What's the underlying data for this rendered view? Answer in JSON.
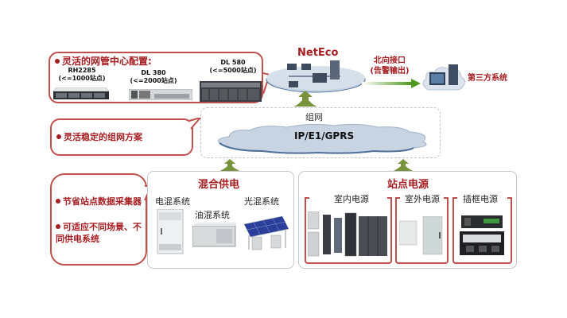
{
  "nms_config": {
    "heading": "灵活的网管中心配置:",
    "servers": [
      {
        "model": "RH2285",
        "capacity": "(<=1000站点)"
      },
      {
        "model": "DL 380",
        "capacity": "(<=2000站点)"
      },
      {
        "model": "DL 580",
        "capacity": "(<=5000站点)"
      }
    ]
  },
  "neteco": {
    "title": "NetEco"
  },
  "northbound": {
    "line1": "北向接口",
    "line2": "(告警输出)"
  },
  "third_party": {
    "label": "第三方系统"
  },
  "network": {
    "callout": "灵活稳定的组网方案",
    "group_label": "组网",
    "cloud_label": "IP/E1/GPRS"
  },
  "collector_callout": {
    "items": [
      "节省站点数据采集器",
      "可适应不同场景、不同供电系统"
    ]
  },
  "hybrid_power": {
    "title": "混合供电",
    "systems": [
      "电混系统",
      "油混系统",
      "光混系统"
    ]
  },
  "site_power": {
    "title": "站点电源",
    "groups": [
      "室内电源",
      "室外电源",
      "插框电源"
    ]
  },
  "colors": {
    "accent_red": "#a61e22",
    "callout_border": "#c0504d",
    "arrow_green": "#77933c",
    "cloud_fill": "#c8d4e2"
  }
}
